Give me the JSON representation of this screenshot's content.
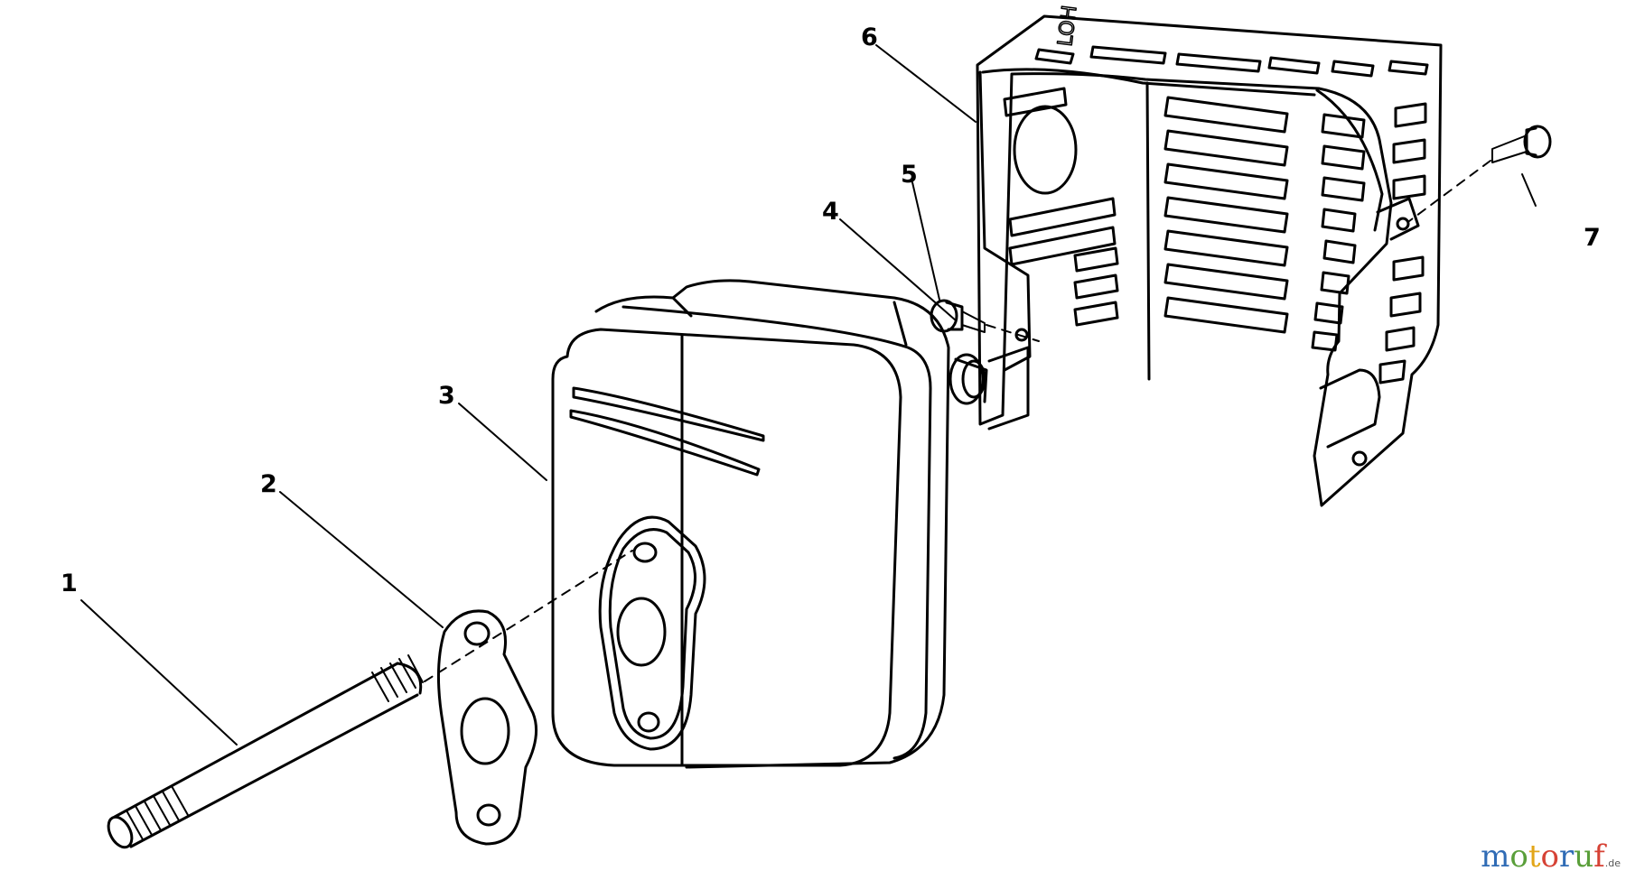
{
  "diagram": {
    "callouts": [
      {
        "id": "1",
        "label": "1"
      },
      {
        "id": "2",
        "label": "2"
      },
      {
        "id": "3",
        "label": "3"
      },
      {
        "id": "4",
        "label": "4"
      },
      {
        "id": "5",
        "label": "5"
      },
      {
        "id": "6",
        "label": "6"
      },
      {
        "id": "7",
        "label": "7"
      }
    ],
    "shield_stamp": "LOH"
  },
  "watermark": {
    "name": "motoruf",
    "suffix": ".de",
    "letters": [
      "m",
      "o",
      "t",
      "o",
      "r",
      "u",
      "f"
    ],
    "letter_colors": [
      "#2f6bb5",
      "#5a9f3a",
      "#e2a619",
      "#d64235",
      "#2f6bb5",
      "#5a9f3a",
      "#d64235"
    ]
  }
}
